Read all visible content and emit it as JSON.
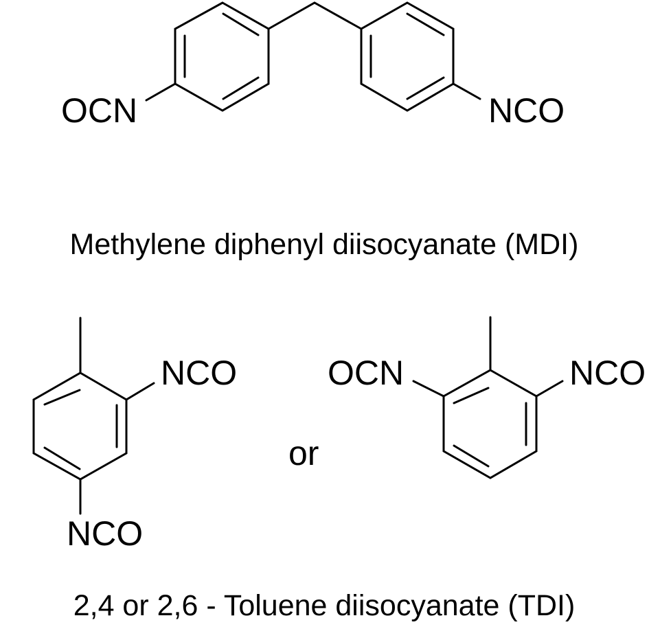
{
  "mdi": {
    "left_group": "OCN",
    "right_group": "NCO",
    "caption": "Methylene diphenyl diisocyanate (MDI)"
  },
  "tdi": {
    "isomer_24": {
      "top_group": "NCO",
      "bottom_group": "NCO"
    },
    "separator": "or",
    "isomer_26": {
      "left_group": "OCN",
      "right_group": "NCO"
    },
    "caption": "2,4 or 2,6 - Toluene diisocyanate (TDI)"
  }
}
